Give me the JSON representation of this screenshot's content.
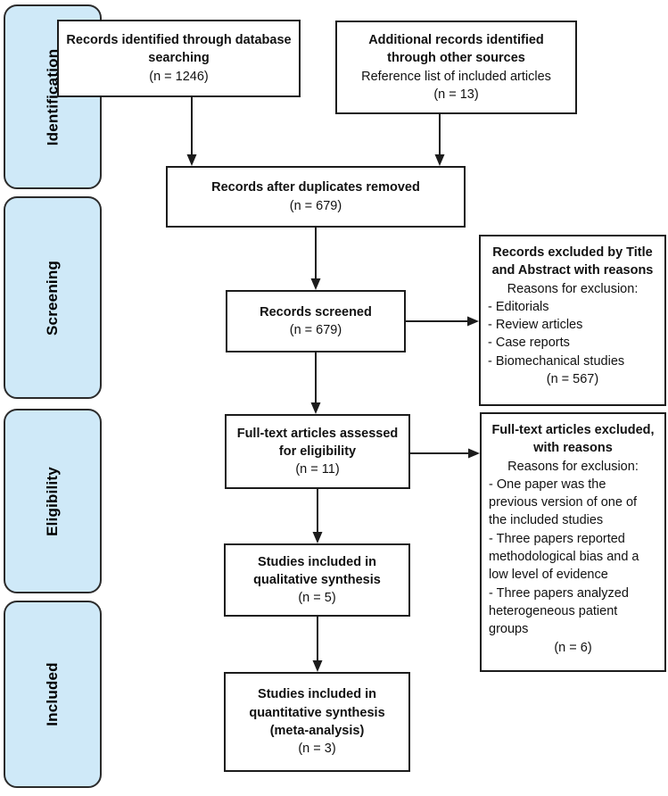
{
  "sidebar": {
    "sections": [
      {
        "label": "Identification"
      },
      {
        "label": "Screening"
      },
      {
        "label": "Eligibility"
      },
      {
        "label": "Included"
      }
    ]
  },
  "boxes": {
    "records_identified": {
      "title": "Records identified through database searching",
      "count": "(n = 1246)"
    },
    "additional_records": {
      "title": "Additional records identified through other sources",
      "subtitle": "Reference list of included articles",
      "count": "(n = 13)"
    },
    "duplicates_removed": {
      "title": "Records after duplicates removed",
      "count": "(n = 679)"
    },
    "records_screened": {
      "title": "Records screened",
      "count": "(n = 679)"
    },
    "excluded_title_abstract": {
      "title": "Records excluded by Title and Abstract with reasons",
      "reasons_label": "Reasons for exclusion:",
      "reasons": [
        "- Editorials",
        "- Review articles",
        "- Case reports",
        "- Biomechanical studies"
      ],
      "count": "(n = 567)"
    },
    "fulltext_assessed": {
      "title": "Full-text articles assessed for eligibility",
      "count": "(n = 11)"
    },
    "fulltext_excluded": {
      "title": "Full-text articles excluded, with reasons",
      "reasons_label": "Reasons for exclusion:",
      "reasons": [
        "- One paper was the previous version of one of the included studies",
        "- Three papers reported methodological bias and a low level of evidence",
        "- Three papers analyzed heterogeneous patient groups"
      ],
      "count": "(n = 6)"
    },
    "qualitative_synthesis": {
      "title": "Studies included in qualitative synthesis",
      "count": "(n = 5)"
    },
    "quantitative_synthesis": {
      "title": "Studies included in quantitative synthesis (meta-analysis)",
      "count": "(n = 3)"
    }
  },
  "colors": {
    "sidebar_fill": "#cfe9f8",
    "line": "#1c1c1c",
    "box_fill": "#ffffff",
    "text": "#111111"
  }
}
